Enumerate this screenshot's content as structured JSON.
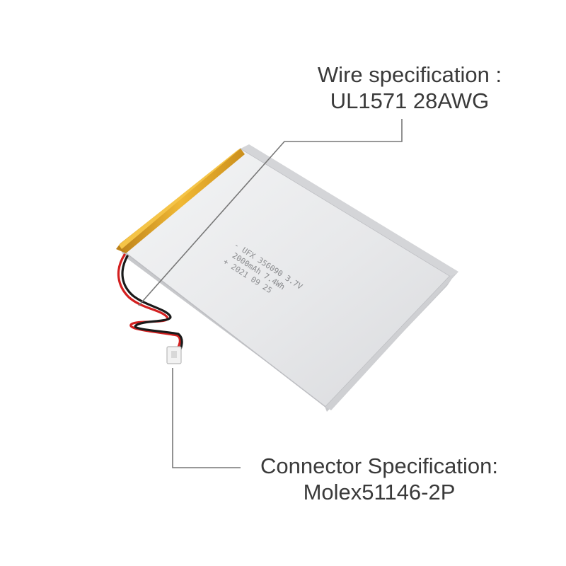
{
  "callouts": {
    "wire": {
      "title": "Wire specification :",
      "value": "UL1571 28AWG"
    },
    "connector": {
      "title": "Connector Specification:",
      "value": "Molex51146-2P"
    }
  },
  "battery_label": {
    "line1": "- UFX 356090 3.7V",
    "line2": "2000mAh 7.4Wh",
    "line3": "+ 2021 09 25"
  },
  "colors": {
    "text": "#3a3a3a",
    "leader_line": "#777777",
    "battery_body": "#e9eaec",
    "tape": "#e0a21c",
    "wire_red": "#d32020",
    "wire_black": "#1a1a1a",
    "connector": "#f2f2f2"
  }
}
